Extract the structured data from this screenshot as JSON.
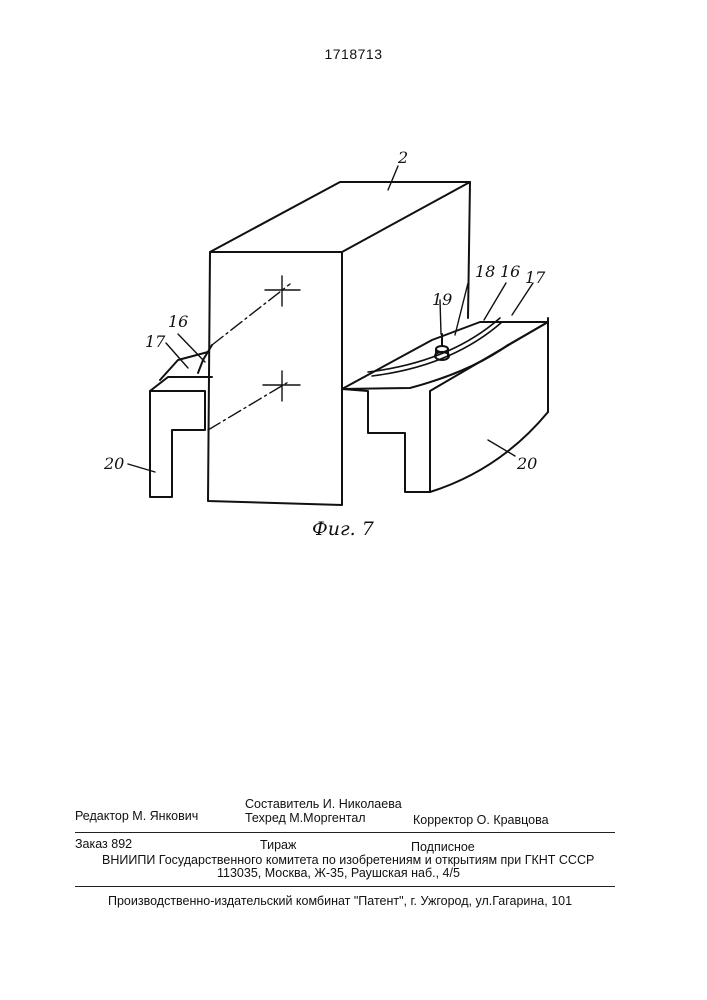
{
  "document": {
    "patent_number": "1718713",
    "figure_caption": "Фиг. 7",
    "callouts": {
      "part_2": "2",
      "left_16": "16",
      "left_17": "17",
      "left_20": "20",
      "right_18": "18",
      "right_16": "16",
      "right_17": "17",
      "right_19": "19",
      "right_20": "20"
    }
  },
  "imprint": {
    "compiler": "Составитель  И. Николаева",
    "editor": "Редактор  М. Янкович",
    "techred": "Техред М.Моргентал",
    "corrector": "Корректор  О. Кравцова",
    "order": "Заказ  892",
    "circulation": "Тираж",
    "subscription": "Подписное",
    "institute": "ВНИИПИ Государственного комитета по изобретениям и открытиям при ГКНТ СССР",
    "address": "113035, Москва, Ж-35, Раушская наб., 4/5",
    "printer": "Производственно-издательский комбинат \"Патент\", г. Ужгород, ул.Гагарина, 101"
  }
}
